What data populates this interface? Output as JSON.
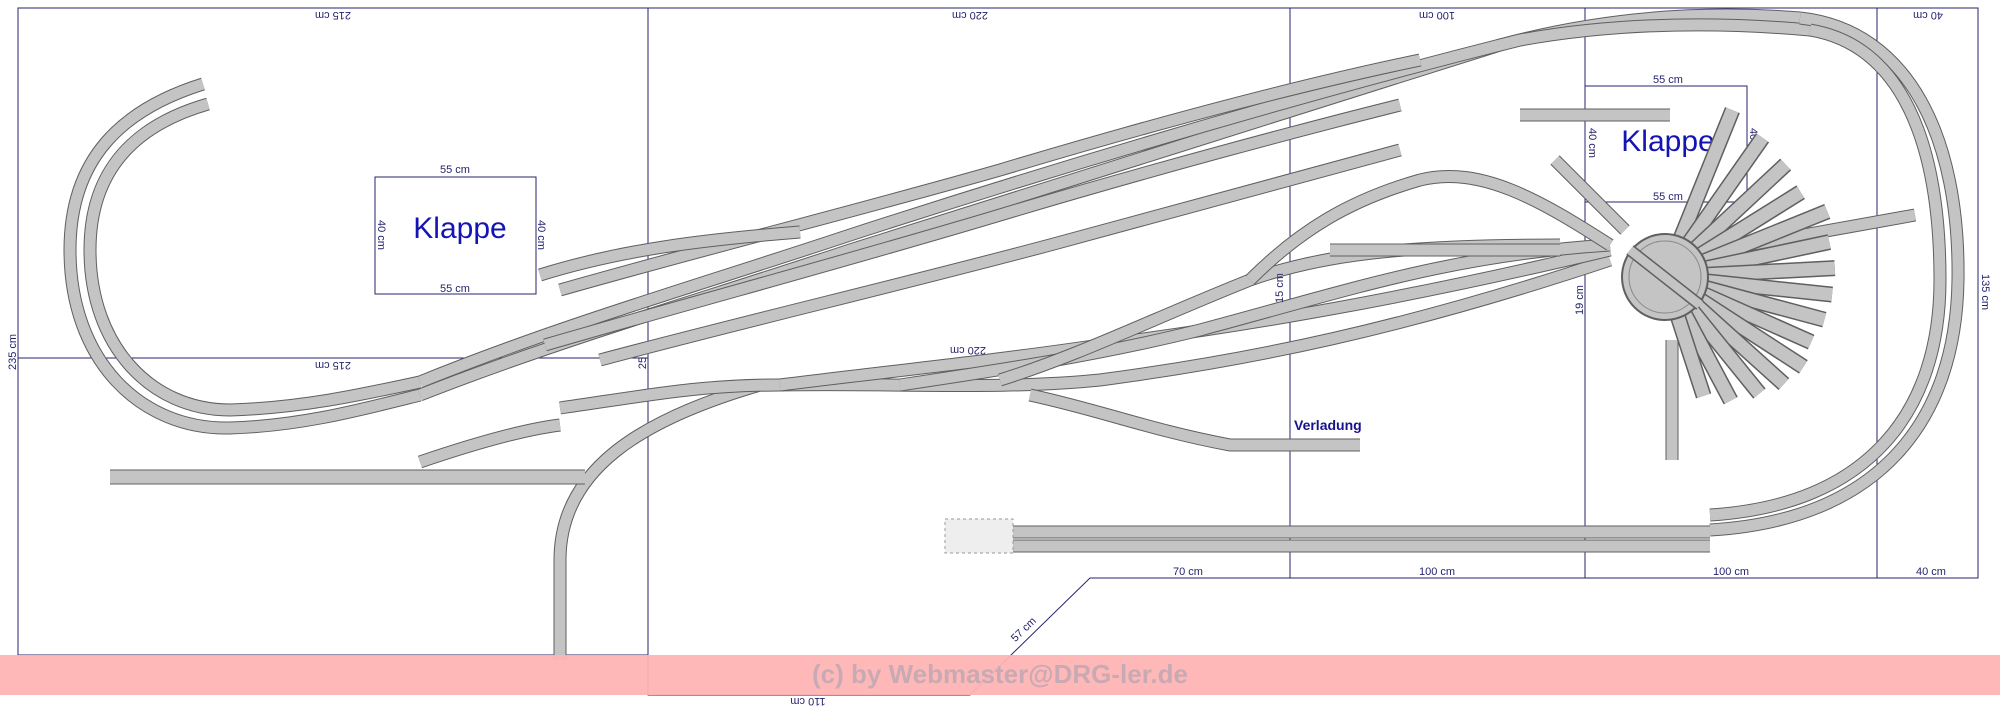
{
  "lids": [
    {
      "title": "Klappe",
      "width_label": "55 cm",
      "height_label": "40 cm"
    },
    {
      "title": "Klappe",
      "width_label": "55 cm",
      "height_label": "40 cm"
    }
  ],
  "dimensions": {
    "top": [
      "215 cm",
      "220 cm",
      "100 cm",
      "40 cm"
    ],
    "left": "235 cm",
    "mid_left": "215 cm",
    "center": "220 cm",
    "bottom": [
      "70 cm",
      "100 cm",
      "100 cm",
      "40 cm"
    ],
    "diagonal": "57 cm",
    "bottom_edge": "110 cm",
    "right": "135 cm",
    "small_a": "15 cm",
    "small_b": "19 cm",
    "small_c": "25"
  },
  "labels": {
    "loading": "Verladung"
  },
  "copyright": "(c) by Webmaster@DRG-ler.de",
  "colors": {
    "track": "#c4c4c4",
    "track_edge": "#5f5f5f",
    "board_lines": "#24246e",
    "copyright_band": "#ffb4b4"
  }
}
